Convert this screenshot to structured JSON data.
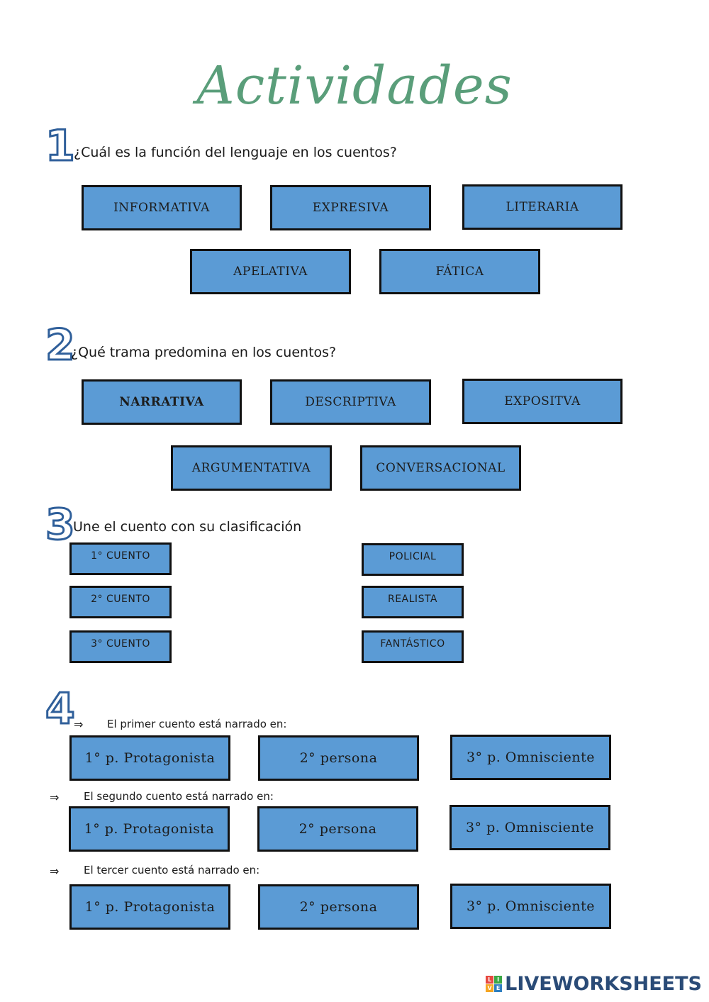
{
  "title": "Actividades",
  "sections": {
    "s1": {
      "number": "1",
      "question": "¿Cuál es la función del lenguaje en los cuentos?",
      "options": [
        "INFORMATIVA",
        "EXPRESIVA",
        "LITERARIA",
        "APELATIVA",
        "FÁTICA"
      ]
    },
    "s2": {
      "number": "2",
      "question": "¿Qué trama predomina en los cuentos?",
      "options": [
        "NARRATIVA",
        "DESCRIPTIVA",
        "EXPOSITVA",
        "ARGUMENTATIVA",
        "CONVERSACIONAL"
      ]
    },
    "s3": {
      "number": "3",
      "question": "Une el cuento con su clasificación",
      "left": [
        "1° CUENTO",
        "2° CUENTO",
        "3° CUENTO"
      ],
      "right": [
        "POLICIAL",
        "REALISTA",
        "FANTÁSTICO"
      ]
    },
    "s4": {
      "number": "4",
      "arrow": "⇒",
      "rows": [
        {
          "prompt": "El primer cuento está narrado en:",
          "options": [
            "1° p. Protagonista",
            "2° persona",
            "3° p. Omnisciente"
          ]
        },
        {
          "prompt": "El segundo cuento está narrado en:",
          "options": [
            "1° p. Protagonista",
            "2° persona",
            "3° p. Omnisciente"
          ]
        },
        {
          "prompt": "El tercer cuento está narrado en:",
          "options": [
            "1° p. Protagonista",
            "2° persona",
            "3° p. Omnisciente"
          ]
        }
      ]
    }
  },
  "footer": {
    "logo_text": "LIVEWORKSHEETS",
    "logo_mark": [
      "L",
      "I",
      "V",
      "E"
    ]
  },
  "colors": {
    "box_fill": "#5b9bd5",
    "title": "#5a9e7a",
    "logo": "#2a4b77"
  }
}
